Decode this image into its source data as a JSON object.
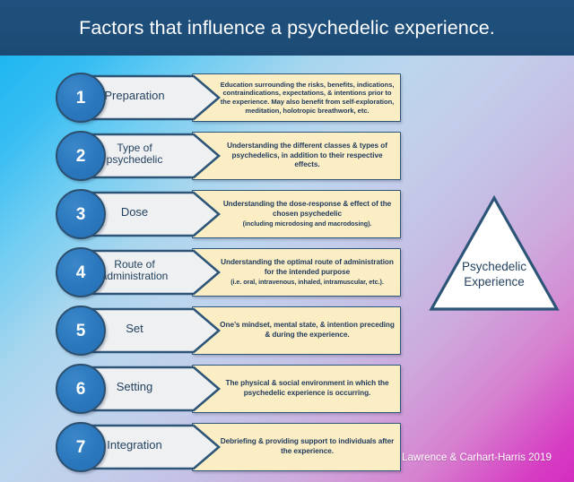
{
  "header": {
    "title": "Factors that influence a psychedelic experience."
  },
  "colors": {
    "header_bar": "#1e4e79",
    "circle_blue": "#2b77bd",
    "outline_navy": "#2d5578",
    "desc_cream": "#fbedc4",
    "chevron_grey": "#eef0f2",
    "text_navy": "#24425f",
    "gradient_start": "#1fb6f0",
    "gradient_end": "#d42cc0",
    "triangle_fill": "#ffffff"
  },
  "factors": [
    {
      "number": "1",
      "label": "Preparation",
      "label_lines": [
        "Preparation"
      ],
      "description": "Education surrounding the risks, benefits, indications, contraindications, expectations, & intentions prior to the experience. May also benefit from self-exploration, meditation, holotropic breathwork, etc.",
      "sub_description": ""
    },
    {
      "number": "2",
      "label": "Type of psychedelic",
      "label_lines": [
        "Type of",
        "psychedelic"
      ],
      "description": "Understanding the different classes & types of psychedelics, in addition to their respective effects.",
      "sub_description": ""
    },
    {
      "number": "3",
      "label": "Dose",
      "label_lines": [
        "Dose"
      ],
      "description": "Understanding the dose-response & effect of the chosen psychedelic",
      "sub_description": "(including microdosing and macrodosing)."
    },
    {
      "number": "4",
      "label": "Route of administration",
      "label_lines": [
        "Route of",
        "administration"
      ],
      "description": "Understanding the optimal route of administration for the intended purpose",
      "sub_description": "(i.e. oral, intravenous, inhaled, intramuscular, etc.)."
    },
    {
      "number": "5",
      "label": "Set",
      "label_lines": [
        "Set"
      ],
      "description": "One’s mindset, mental state, & intention preceding & during the experience.",
      "sub_description": ""
    },
    {
      "number": "6",
      "label": "Setting",
      "label_lines": [
        "Setting"
      ],
      "description": "The physical & social environment in which the psychedelic experience is occurring.",
      "sub_description": ""
    },
    {
      "number": "7",
      "label": "Integration",
      "label_lines": [
        "Integration"
      ],
      "description": "Debriefing & providing support to individuals after the experience.",
      "sub_description": ""
    }
  ],
  "triangle": {
    "line1": "Psychedelic",
    "line2": "Experience"
  },
  "attribution": {
    "text": "Lawrence & Carhart-Harris 2019"
  }
}
